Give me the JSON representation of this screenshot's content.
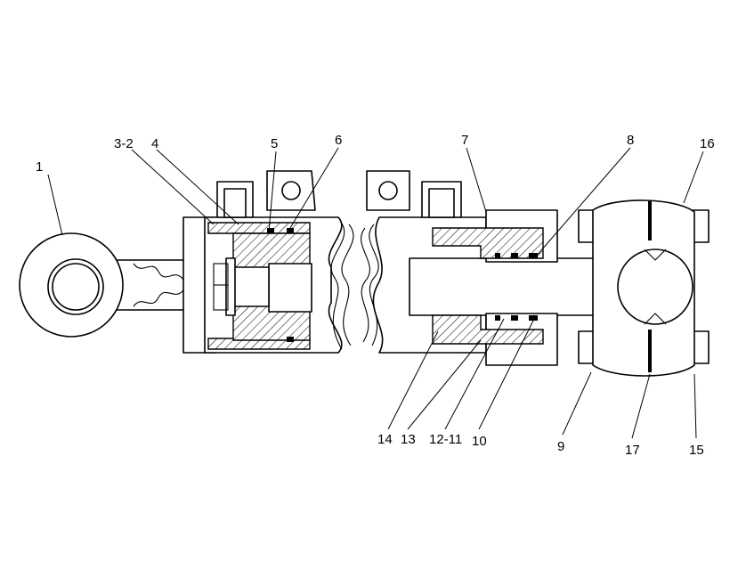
{
  "diagram": {
    "colors": {
      "line": "#000000",
      "background": "#ffffff"
    },
    "labels": {
      "p1": "1",
      "p3_2": "3-2",
      "p4": "4",
      "p5": "5",
      "p6": "6",
      "p7": "7",
      "p8": "8",
      "p16": "16",
      "p14": "14",
      "p13": "13",
      "p12_11": "12-11",
      "p10": "10",
      "p9": "9",
      "p17": "17",
      "p15": "15"
    }
  }
}
